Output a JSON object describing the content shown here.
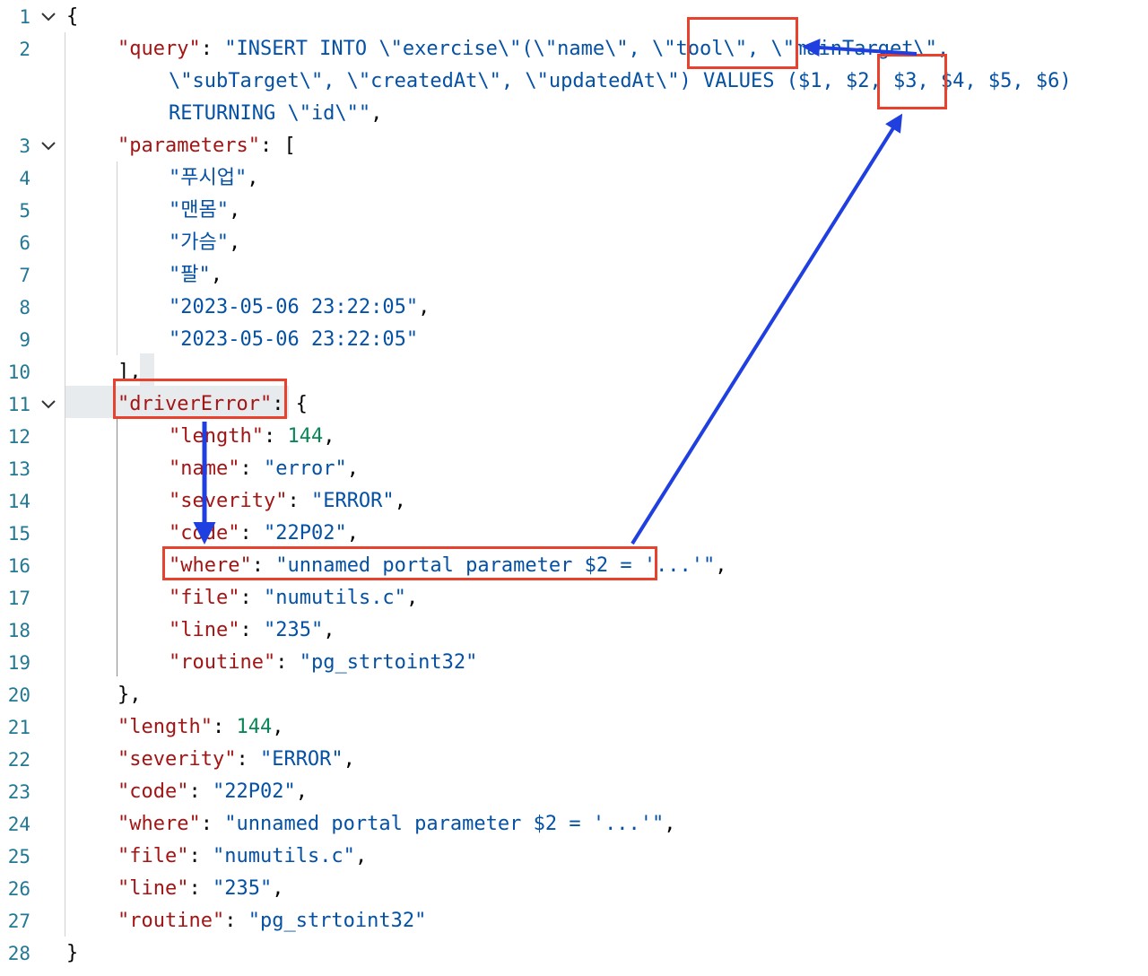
{
  "editor": {
    "lines": [
      {
        "n": "1",
        "fold": true,
        "indent": 0,
        "tokens": [
          {
            "t": "p",
            "v": "{"
          }
        ]
      },
      {
        "n": "2",
        "fold": false,
        "indent": 1,
        "tokens": [
          {
            "t": "k",
            "v": "\"query\""
          },
          {
            "t": "p",
            "v": ": "
          },
          {
            "t": "s",
            "v": "\"INSERT INTO \\\"exercise\\\"(\\\"name\\\", \\\"tool\\\", \\\"mainTarget\\\","
          }
        ]
      },
      {
        "n": "",
        "fold": false,
        "indent": 2,
        "tokens": [
          {
            "t": "s",
            "v": "\\\"subTarget\\\", \\\"createdAt\\\", \\\"updatedAt\\\") VALUES ($1, $2, $3, $4, $5, $6)"
          }
        ]
      },
      {
        "n": "",
        "fold": false,
        "indent": 2,
        "tokens": [
          {
            "t": "s",
            "v": "RETURNING \\\"id\\\"\""
          },
          {
            "t": "p",
            "v": ","
          }
        ]
      },
      {
        "n": "3",
        "fold": true,
        "indent": 1,
        "tokens": [
          {
            "t": "k",
            "v": "\"parameters\""
          },
          {
            "t": "p",
            "v": ": ["
          }
        ]
      },
      {
        "n": "4",
        "fold": false,
        "indent": 2,
        "tokens": [
          {
            "t": "s",
            "v": "\"푸시업\""
          },
          {
            "t": "p",
            "v": ","
          }
        ]
      },
      {
        "n": "5",
        "fold": false,
        "indent": 2,
        "tokens": [
          {
            "t": "s",
            "v": "\"맨몸\""
          },
          {
            "t": "p",
            "v": ","
          }
        ]
      },
      {
        "n": "6",
        "fold": false,
        "indent": 2,
        "tokens": [
          {
            "t": "s",
            "v": "\"가슴\""
          },
          {
            "t": "p",
            "v": ","
          }
        ]
      },
      {
        "n": "7",
        "fold": false,
        "indent": 2,
        "tokens": [
          {
            "t": "s",
            "v": "\"팔\""
          },
          {
            "t": "p",
            "v": ","
          }
        ]
      },
      {
        "n": "8",
        "fold": false,
        "indent": 2,
        "tokens": [
          {
            "t": "s",
            "v": "\"2023-05-06 23:22:05\""
          },
          {
            "t": "p",
            "v": ","
          }
        ]
      },
      {
        "n": "9",
        "fold": false,
        "indent": 2,
        "tokens": [
          {
            "t": "s",
            "v": "\"2023-05-06 23:22:05\""
          }
        ]
      },
      {
        "n": "10",
        "fold": false,
        "indent": 1,
        "tokens": [
          {
            "t": "p",
            "v": "],"
          }
        ]
      },
      {
        "n": "11",
        "fold": true,
        "indent": 1,
        "tokens": [
          {
            "t": "k",
            "v": "\"driverError\""
          },
          {
            "t": "p",
            "v": ": {"
          }
        ]
      },
      {
        "n": "12",
        "fold": false,
        "indent": 2,
        "tokens": [
          {
            "t": "k",
            "v": "\"length\""
          },
          {
            "t": "p",
            "v": ": "
          },
          {
            "t": "n",
            "v": "144"
          },
          {
            "t": "p",
            "v": ","
          }
        ]
      },
      {
        "n": "13",
        "fold": false,
        "indent": 2,
        "tokens": [
          {
            "t": "k",
            "v": "\"name\""
          },
          {
            "t": "p",
            "v": ": "
          },
          {
            "t": "s",
            "v": "\"error\""
          },
          {
            "t": "p",
            "v": ","
          }
        ]
      },
      {
        "n": "14",
        "fold": false,
        "indent": 2,
        "tokens": [
          {
            "t": "k",
            "v": "\"severity\""
          },
          {
            "t": "p",
            "v": ": "
          },
          {
            "t": "s",
            "v": "\"ERROR\""
          },
          {
            "t": "p",
            "v": ","
          }
        ]
      },
      {
        "n": "15",
        "fold": false,
        "indent": 2,
        "tokens": [
          {
            "t": "k",
            "v": "\"code\""
          },
          {
            "t": "p",
            "v": ": "
          },
          {
            "t": "s",
            "v": "\"22P02\""
          },
          {
            "t": "p",
            "v": ","
          }
        ]
      },
      {
        "n": "16",
        "fold": false,
        "indent": 2,
        "tokens": [
          {
            "t": "k",
            "v": "\"where\""
          },
          {
            "t": "p",
            "v": ": "
          },
          {
            "t": "s",
            "v": "\"unnamed portal parameter $2 = '...'\""
          },
          {
            "t": "p",
            "v": ","
          }
        ]
      },
      {
        "n": "17",
        "fold": false,
        "indent": 2,
        "tokens": [
          {
            "t": "k",
            "v": "\"file\""
          },
          {
            "t": "p",
            "v": ": "
          },
          {
            "t": "s",
            "v": "\"numutils.c\""
          },
          {
            "t": "p",
            "v": ","
          }
        ]
      },
      {
        "n": "18",
        "fold": false,
        "indent": 2,
        "tokens": [
          {
            "t": "k",
            "v": "\"line\""
          },
          {
            "t": "p",
            "v": ": "
          },
          {
            "t": "s",
            "v": "\"235\""
          },
          {
            "t": "p",
            "v": ","
          }
        ]
      },
      {
        "n": "19",
        "fold": false,
        "indent": 2,
        "tokens": [
          {
            "t": "k",
            "v": "\"routine\""
          },
          {
            "t": "p",
            "v": ": "
          },
          {
            "t": "s",
            "v": "\"pg_strtoint32\""
          }
        ]
      },
      {
        "n": "20",
        "fold": false,
        "indent": 1,
        "tokens": [
          {
            "t": "p",
            "v": "},"
          }
        ]
      },
      {
        "n": "21",
        "fold": false,
        "indent": 1,
        "tokens": [
          {
            "t": "k",
            "v": "\"length\""
          },
          {
            "t": "p",
            "v": ": "
          },
          {
            "t": "n",
            "v": "144"
          },
          {
            "t": "p",
            "v": ","
          }
        ]
      },
      {
        "n": "22",
        "fold": false,
        "indent": 1,
        "tokens": [
          {
            "t": "k",
            "v": "\"severity\""
          },
          {
            "t": "p",
            "v": ": "
          },
          {
            "t": "s",
            "v": "\"ERROR\""
          },
          {
            "t": "p",
            "v": ","
          }
        ]
      },
      {
        "n": "23",
        "fold": false,
        "indent": 1,
        "tokens": [
          {
            "t": "k",
            "v": "\"code\""
          },
          {
            "t": "p",
            "v": ": "
          },
          {
            "t": "s",
            "v": "\"22P02\""
          },
          {
            "t": "p",
            "v": ","
          }
        ]
      },
      {
        "n": "24",
        "fold": false,
        "indent": 1,
        "tokens": [
          {
            "t": "k",
            "v": "\"where\""
          },
          {
            "t": "p",
            "v": ": "
          },
          {
            "t": "s",
            "v": "\"unnamed portal parameter $2 = '...'\""
          },
          {
            "t": "p",
            "v": ","
          }
        ]
      },
      {
        "n": "25",
        "fold": false,
        "indent": 1,
        "tokens": [
          {
            "t": "k",
            "v": "\"file\""
          },
          {
            "t": "p",
            "v": ": "
          },
          {
            "t": "s",
            "v": "\"numutils.c\""
          },
          {
            "t": "p",
            "v": ","
          }
        ]
      },
      {
        "n": "26",
        "fold": false,
        "indent": 1,
        "tokens": [
          {
            "t": "k",
            "v": "\"line\""
          },
          {
            "t": "p",
            "v": ": "
          },
          {
            "t": "s",
            "v": "\"235\""
          },
          {
            "t": "p",
            "v": ","
          }
        ]
      },
      {
        "n": "27",
        "fold": false,
        "indent": 1,
        "tokens": [
          {
            "t": "k",
            "v": "\"routine\""
          },
          {
            "t": "p",
            "v": ": "
          },
          {
            "t": "s",
            "v": "\"pg_strtoint32\""
          }
        ]
      },
      {
        "n": "28",
        "fold": false,
        "indent": 0,
        "tokens": [
          {
            "t": "p",
            "v": "}"
          }
        ]
      }
    ]
  },
  "colors": {
    "key": "#a31515",
    "string": "#0451a5",
    "number": "#098658",
    "line_number": "#237893",
    "annotation_box": "#e8412e",
    "annotation_arrow": "#1f3fe0"
  },
  "annotations": {
    "boxes": [
      "tool-column-box",
      "dollar-2-placeholder-box",
      "driver-error-key-box",
      "where-value-box"
    ],
    "arrows": [
      "driver-error-to-where-arrow",
      "where-to-dollar-2-arrow",
      "dollar-2-to-tool-arrow"
    ]
  }
}
